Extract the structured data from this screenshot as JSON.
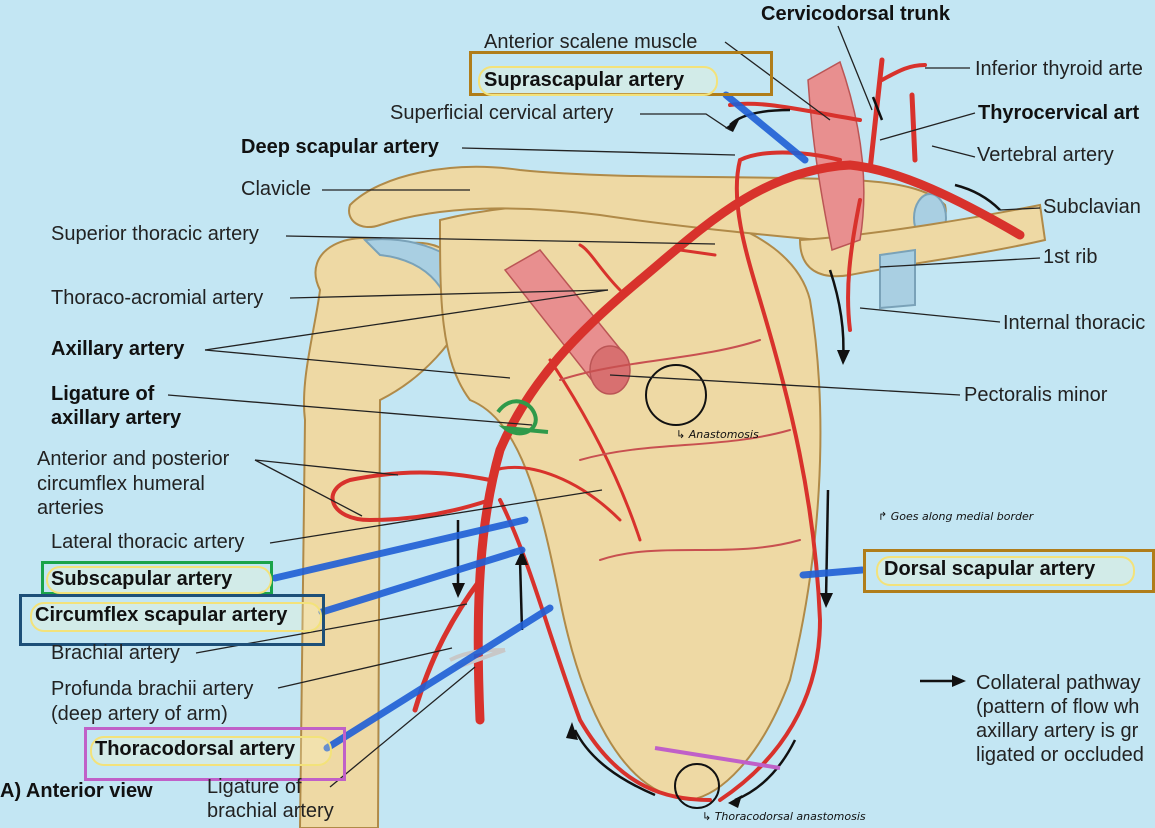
{
  "labels": {
    "cervicodorsal_trunk": "Cervicodorsal trunk",
    "anterior_scalene": "Anterior scalene muscle",
    "suprascapular": "Suprascapular artery",
    "inferior_thyroid": "Inferior thyroid arte",
    "superficial_cervical": "Superficial cervical artery",
    "thyrocervical": "Thyrocervical art",
    "deep_scapular": "Deep scapular artery",
    "vertebral": "Vertebral artery",
    "clavicle": "Clavicle",
    "subclavian": "Subclavian",
    "superior_thoracic": "Superior thoracic artery",
    "first_rib": "1st rib",
    "thoraco_acromial": "Thoraco-acromial artery",
    "internal_thoracic": "Internal thoracic",
    "axillary": "Axillary artery",
    "ligature_axillary_1": "Ligature of",
    "ligature_axillary_2": "axillary artery",
    "pectoralis_minor": "Pectoralis minor",
    "circumflex_humeral_1": "Anterior and posterior",
    "circumflex_humeral_2": "circumflex humeral",
    "circumflex_humeral_3": "arteries",
    "lateral_thoracic": "Lateral thoracic artery",
    "subscapular": "Subscapular artery",
    "dorsal_scapular": "Dorsal scapular artery",
    "circumflex_scapular": "Circumflex scapular artery",
    "brachial": "Brachial artery",
    "profunda_1": "Profunda brachii artery",
    "profunda_2": "(deep artery of arm)",
    "collateral_1": "Collateral pathway",
    "collateral_2": "(pattern of flow wh",
    "collateral_3": "axillary artery is gr",
    "collateral_4": "ligated or occluded",
    "thoracodorsal": "Thoracodorsal artery",
    "anterior_view": "A) Anterior view",
    "ligature_brachial_1": "Ligature of",
    "ligature_brachial_2": "brachial artery"
  },
  "handwritten": {
    "anastomosis": "↳ Anastomosis",
    "goes_along": "↱ Goes along medial border",
    "thoracodorsal_anastomosis": "↳ Thoracodorsal anastomosis"
  },
  "colors": {
    "background": "#c3e6f3",
    "bone": "#eed9a4",
    "artery": "#d8322c",
    "muscle": "#e88f8f",
    "cartilage": "#a9cfe2",
    "marker_blue": "#1f5fd6",
    "box_gold": "#b07d1a",
    "box_green": "#1aa34a",
    "box_navy": "#1d4f78",
    "box_magenta": "#c060c8",
    "ligature_green": "#2f9a4a"
  }
}
